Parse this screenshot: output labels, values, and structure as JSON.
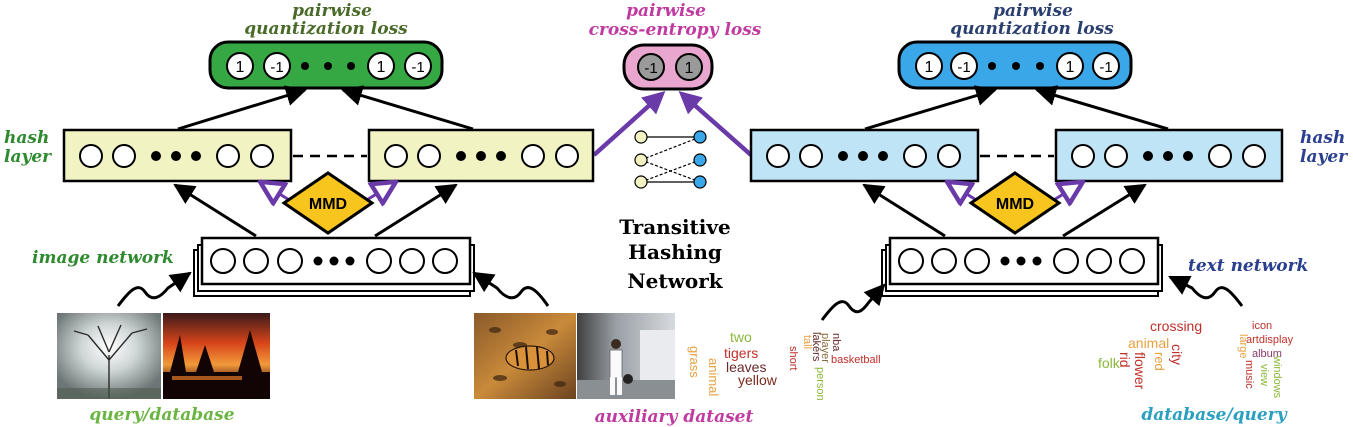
{
  "labels": {
    "left_loss_line1": "pairwise",
    "left_loss_line2": "quantization loss",
    "center_loss_line1": "pairwise",
    "center_loss_line2": "cross-entropy loss",
    "right_loss_line1": "pairwise",
    "right_loss_line2": "quantization loss",
    "hash_left_line1": "hash",
    "hash_left_line2": "layer",
    "hash_right_line1": "hash",
    "hash_right_line2": "layer",
    "image_network": "image network",
    "text_network": "text network",
    "query_database": "query/database",
    "auxiliary_dataset": "auxiliary dataset",
    "database_query": "database/query",
    "mmd": "MMD",
    "title_line1": "Transitive",
    "title_line2": "Hashing",
    "title_line3": "Network"
  },
  "code_values": {
    "left": [
      "1",
      "-1",
      "1",
      "-1"
    ],
    "center": [
      "-1",
      "1"
    ],
    "right": [
      "1",
      "-1",
      "1",
      "-1"
    ]
  },
  "aux_words": {
    "two": "two",
    "tigers": "tigers",
    "leaves": "leaves",
    "yellow": "yellow",
    "grass": "grass",
    "animal": "animal",
    "tall": "tall",
    "short": "short",
    "lakers": "lakers",
    "player": "player",
    "nba": "nba",
    "basketball": "basketball",
    "person": "person"
  },
  "db_words": {
    "crossing": "crossing",
    "animal": "animal",
    "city": "city",
    "red": "red",
    "folk": "folk",
    "rid": "rid",
    "flower": "flower",
    "icon": "icon",
    "artdisplay": "artdisplay",
    "album": "album",
    "large": "large",
    "music": "music",
    "view": "view",
    "windows": "windows"
  },
  "colors": {
    "green_label": "#2f8a2f",
    "green_box": "#35a843",
    "blue_label": "#2a3f8f",
    "blue_box": "#3aa7e8",
    "magenta_label": "#c03aa0",
    "pink_box": "#e9a6cf",
    "hash_yellow": "#f1f3c2",
    "hash_blue": "#bfe4f6",
    "purple_arrow": "#6a3aa8",
    "mmd_fill": "#f7c51e",
    "light_green_label": "#6ab541",
    "teal_label": "#2a9fc0"
  }
}
